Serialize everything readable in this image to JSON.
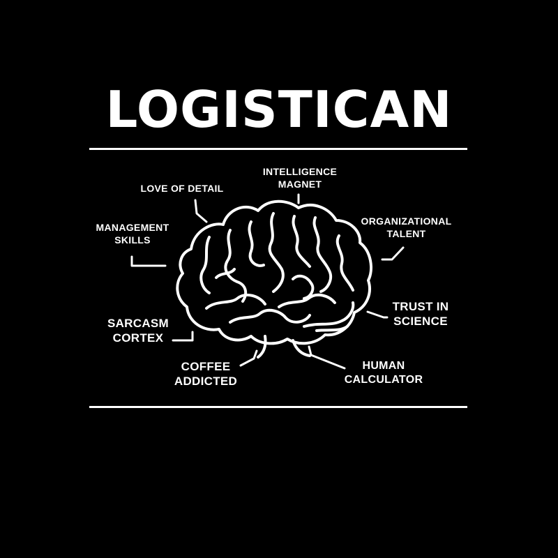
{
  "title": "LOGISTICAN",
  "labels": {
    "intelligence": {
      "line1": "INTELLIGENCE",
      "line2": "MAGNET"
    },
    "detail": {
      "line1": "LOVE OF DETAIL"
    },
    "organizational": {
      "line1": "ORGANIZATIONAL",
      "line2": "TALENT"
    },
    "management": {
      "line1": "MANAGEMENT",
      "line2": "SKILLS"
    },
    "trust": {
      "line1": "TRUST IN",
      "line2": "SCIENCE"
    },
    "sarcasm": {
      "line1": "SARCASM",
      "line2": "CORTEX"
    },
    "coffee": {
      "line1": "COFFEE",
      "line2": "ADDICTED"
    },
    "human": {
      "line1": "HUMAN",
      "line2": "CALCULATOR"
    }
  },
  "colors": {
    "background": "#000000",
    "foreground": "#ffffff"
  },
  "icons": {
    "center": "brain-icon"
  }
}
